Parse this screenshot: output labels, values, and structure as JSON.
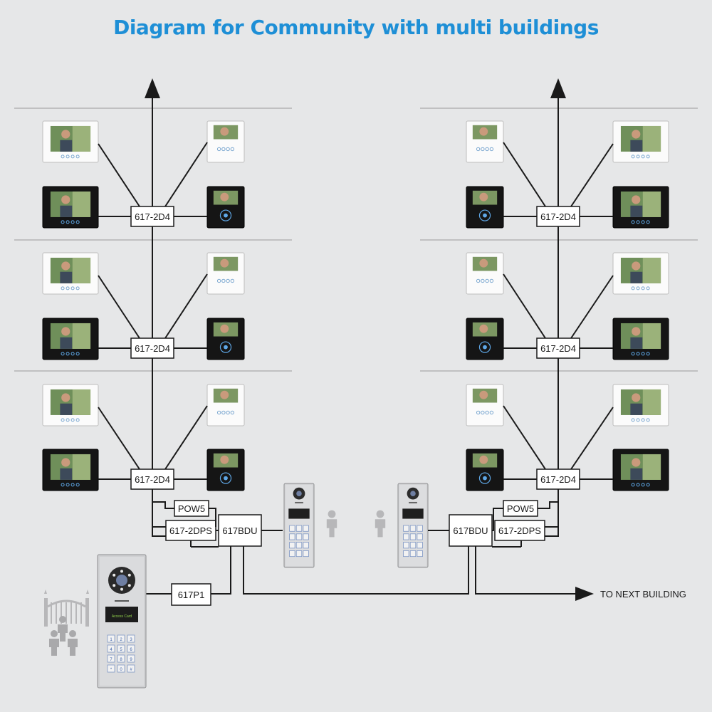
{
  "title": "Diagram for Community with multi buildings",
  "labels": {
    "distributor": "617-2D4",
    "power_supply": "POW5",
    "power_distributor": "617-2DPS",
    "bus_unit": "617BDU",
    "protector": "617P1",
    "next_building": "TO NEXT BUILDING",
    "panel_screen": "Access Card"
  },
  "colors": {
    "title": "#1e8fd6",
    "background": "#e6e7e8",
    "wire": "#1a1a1a"
  },
  "icons": [
    "arrow-up-icon",
    "arrow-right-icon",
    "person-icon",
    "gate-icon",
    "group-icon",
    "monitor-icon",
    "door-station-icon"
  ],
  "keypad_keys": [
    "1",
    "2",
    "3",
    "4",
    "5",
    "6",
    "7",
    "8",
    "9",
    "*",
    "0",
    "#"
  ]
}
